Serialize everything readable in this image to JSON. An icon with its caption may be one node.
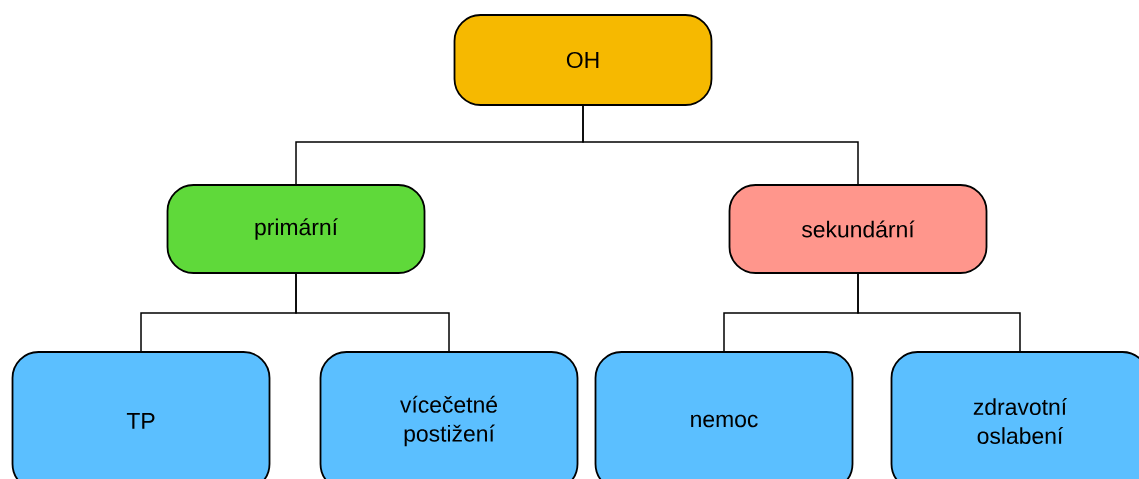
{
  "diagram": {
    "nodes": [
      {
        "text": [
          "OH"
        ]
      },
      {
        "text": [
          "primární"
        ]
      },
      {
        "text": [
          "sekundární"
        ]
      },
      {
        "text": [
          "TP"
        ]
      },
      {
        "text": [
          "vícečetné postižení"
        ]
      },
      {
        "text": [
          "nemoc"
        ]
      },
      {
        "text": [
          "zdravotní oslabení"
        ]
      }
    ],
    "edges": [
      {
        "from": 0,
        "to": 1,
        "arrow": "none"
      },
      {
        "from": 0,
        "to": 2,
        "arrow": "none"
      },
      {
        "from": 1,
        "to": 3,
        "arrow": "none"
      },
      {
        "from": 1,
        "to": 4,
        "arrow": "none"
      },
      {
        "from": 2,
        "to": 5,
        "arrow": "none"
      },
      {
        "from": 2,
        "to": 6,
        "arrow": "none"
      }
    ]
  }
}
